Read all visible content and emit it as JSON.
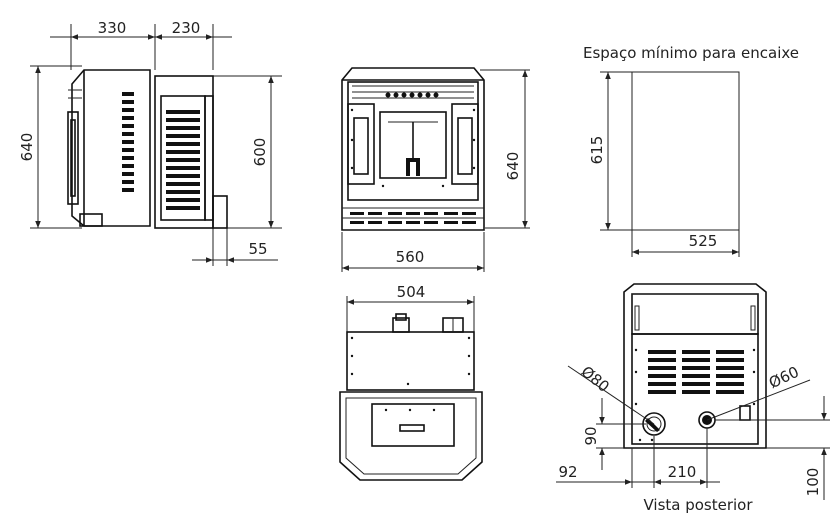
{
  "dimensions": {
    "side_depth_top": "330",
    "side_depth_back": "230",
    "side_height_total": "640",
    "side_height_body": "600",
    "side_flue_offset": "55",
    "front_height": "640",
    "front_width": "560",
    "top_width": "504",
    "niche_height": "615",
    "niche_width": "525",
    "rear_dia_left": "Ø80",
    "rear_dia_right": "Ø60",
    "rear_height_left": "90",
    "rear_offset_left": "92",
    "rear_spacing": "210",
    "rear_height_right": "100"
  },
  "captions": {
    "niche_title": "Espaço mínimo para encaixe",
    "rear_title": "Vista posterior"
  },
  "colors": {
    "line": "#111111",
    "background": "#ffffff"
  }
}
